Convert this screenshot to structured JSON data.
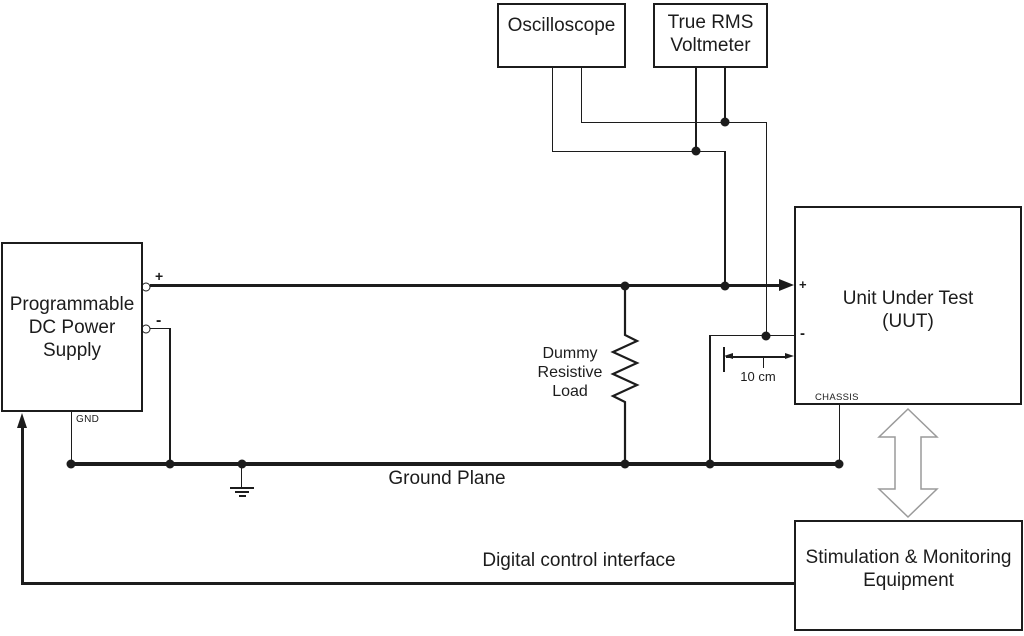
{
  "boxes": {
    "oscilloscope": {
      "label": "Oscilloscope"
    },
    "true_rms_voltmeter": {
      "lines": [
        "True RMS",
        "Voltmeter"
      ]
    },
    "power_supply": {
      "lines": [
        "Programmable",
        "DC Power",
        "Supply"
      ]
    },
    "unit_under_test": {
      "lines": [
        "Unit Under Test",
        "(UUT)"
      ],
      "chassis_label": "CHASSIS"
    },
    "stimulation": {
      "lines": [
        "Stimulation & Monitoring",
        "Equipment"
      ]
    }
  },
  "labels": {
    "dummy_load": {
      "lines": [
        "Dummy",
        "Resistive",
        "Load"
      ]
    },
    "ground_plane": "Ground Plane",
    "digital_control_interface": "Digital control interface",
    "dimension_10cm": "10 cm",
    "gnd": "GND",
    "psu_plus": "+",
    "psu_minus": "-",
    "uut_plus": "+",
    "uut_minus": "-"
  },
  "colors": {
    "wire": "#1c1c1c",
    "double_arrow_outline": "#9a9a9a",
    "background": "#ffffff"
  }
}
